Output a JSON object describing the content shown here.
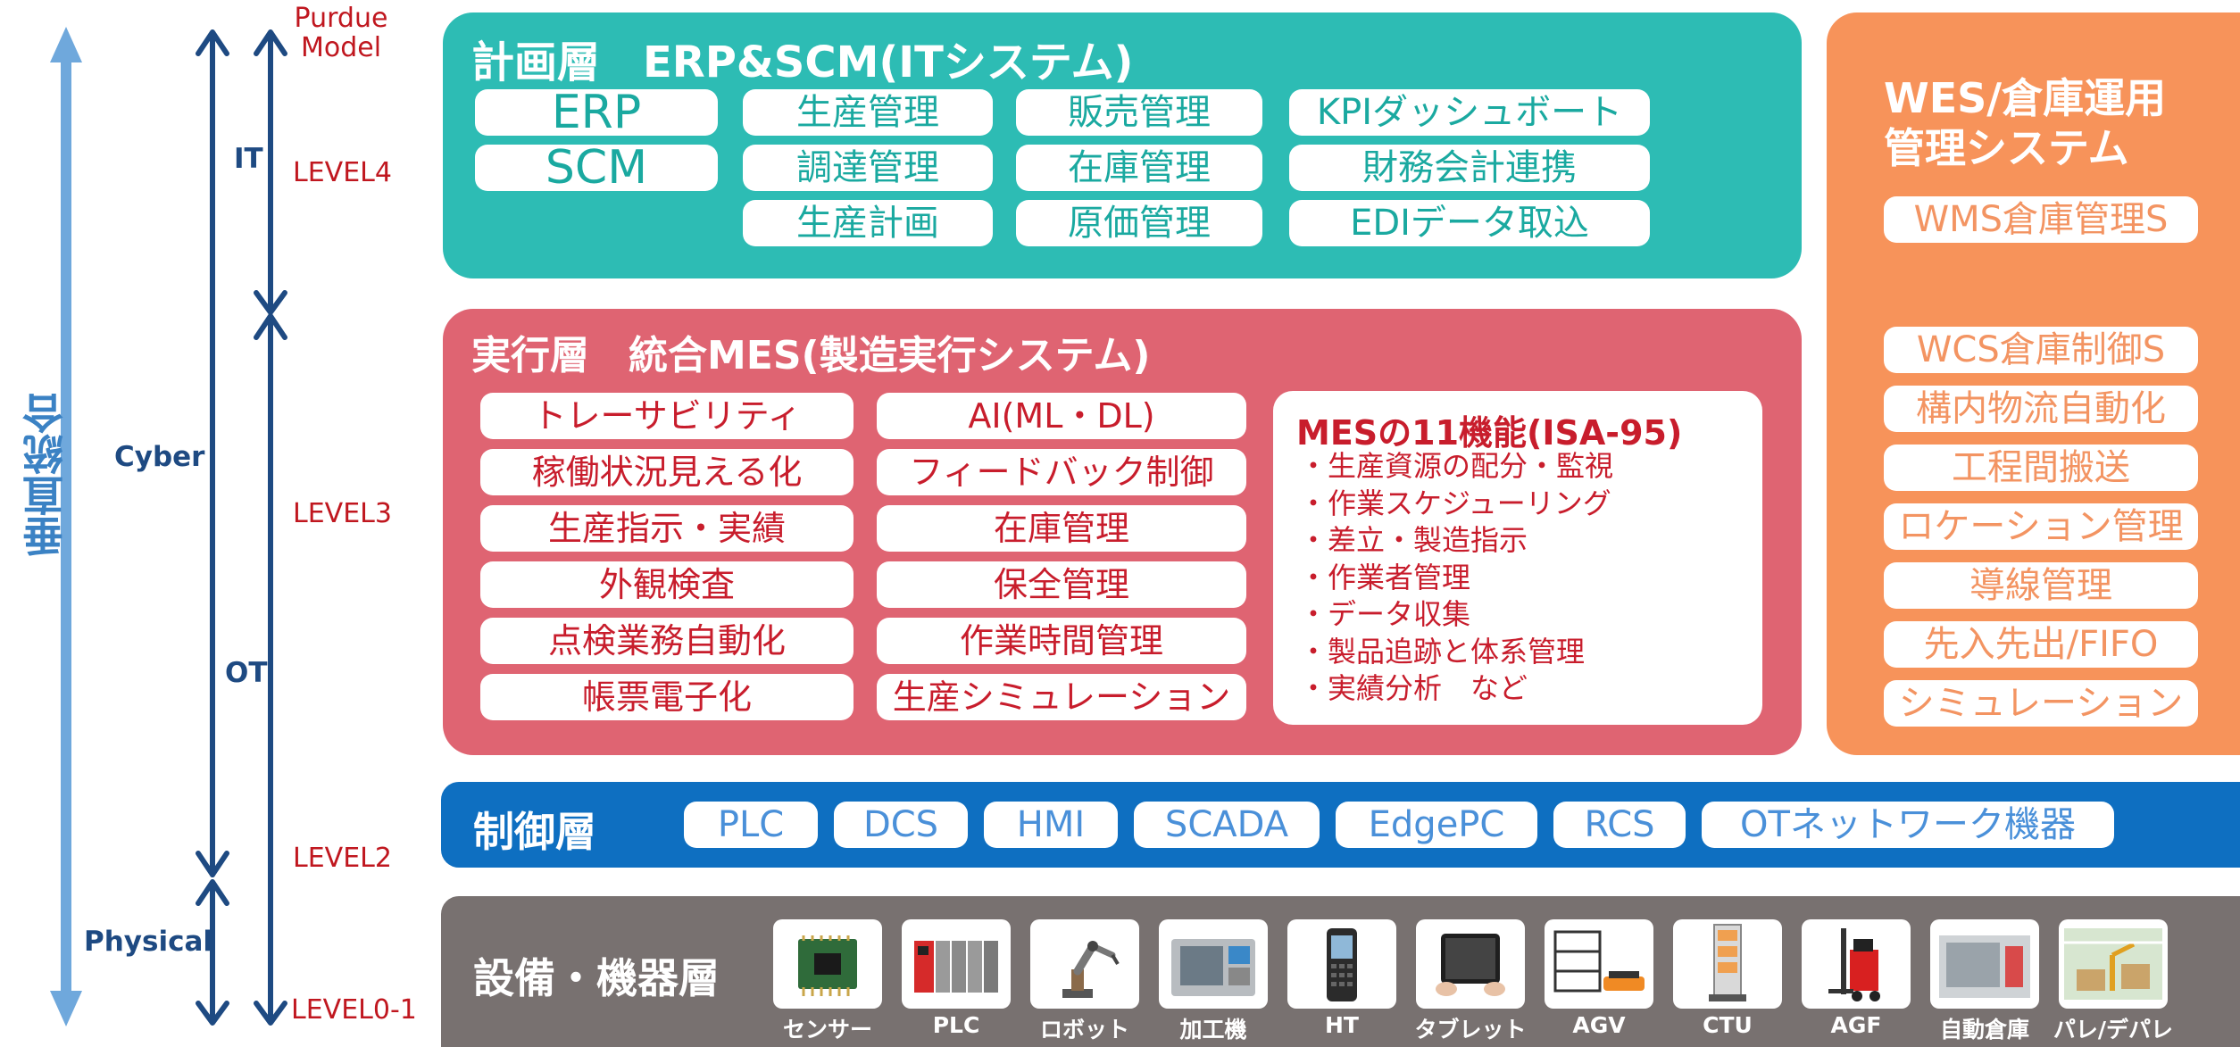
{
  "axis": {
    "vertical_integration": "垂直統合",
    "purdue_model": [
      "Purdue",
      "Model"
    ],
    "it": "IT",
    "cyber": "Cyber",
    "ot": "OT",
    "physical": "Physical",
    "levels": {
      "level4": "LEVEL4",
      "level3": "LEVEL3",
      "level2": "LEVEL2",
      "level01": "LEVEL0-1"
    }
  },
  "planning": {
    "title": "計画層　ERP&SCM(ITシステム)",
    "items": [
      "ERP",
      "SCM",
      "生産管理",
      "調達管理",
      "生産計画",
      "販売管理",
      "在庫管理",
      "原価管理",
      "KPIダッシュボート",
      "財務会計連携",
      "EDIデータ取込"
    ]
  },
  "execution": {
    "title": "実行層　統合MES(製造実行システム)",
    "col1": [
      "トレーサビリティ",
      "稼働状況見える化",
      "生産指示・実績",
      "外観検査",
      "点検業務自動化",
      "帳票電子化"
    ],
    "col2": [
      "AI(ML・DL)",
      "フィードバック制御",
      "在庫管理",
      "保全管理",
      "作業時間管理",
      "生産シミュレーション"
    ],
    "isa": {
      "title": "MESの11機能(ISA-95)",
      "items": [
        "・生産資源の配分・監視",
        "・作業スケジューリング",
        "・差立・製造指示",
        "・作業者管理",
        "・データ収集",
        "・製品追跡と体系管理",
        "・実績分析　など"
      ]
    }
  },
  "wes": {
    "title": [
      "WES/倉庫運用",
      "管理システム"
    ],
    "items": [
      "WMS倉庫管理S",
      "WCS倉庫制御S",
      "構内物流自動化",
      "工程間搬送",
      "ロケーション管理",
      "導線管理",
      "先入先出/FIFO",
      "シミュレーション"
    ]
  },
  "control": {
    "title": "制御層",
    "items": [
      "PLC",
      "DCS",
      "HMI",
      "SCADA",
      "EdgePC",
      "RCS",
      "OTネットワーク機器"
    ]
  },
  "equipment": {
    "title": "設備・機器層",
    "devices": [
      "センサー",
      "PLC",
      "ロボット",
      "加工機",
      "HT",
      "タブレット",
      "AGV",
      "CTU",
      "AGF",
      "自動倉庫",
      "パレ/デパレ"
    ]
  },
  "colors": {
    "teal": "#2dbcb4",
    "red": "#df6472",
    "orange": "#f7935a",
    "blue": "#0e6fc1",
    "gray": "#787170",
    "axis_blue": "#6fa8dc",
    "navy": "#1e4a82",
    "level_red": "#c0171f"
  }
}
